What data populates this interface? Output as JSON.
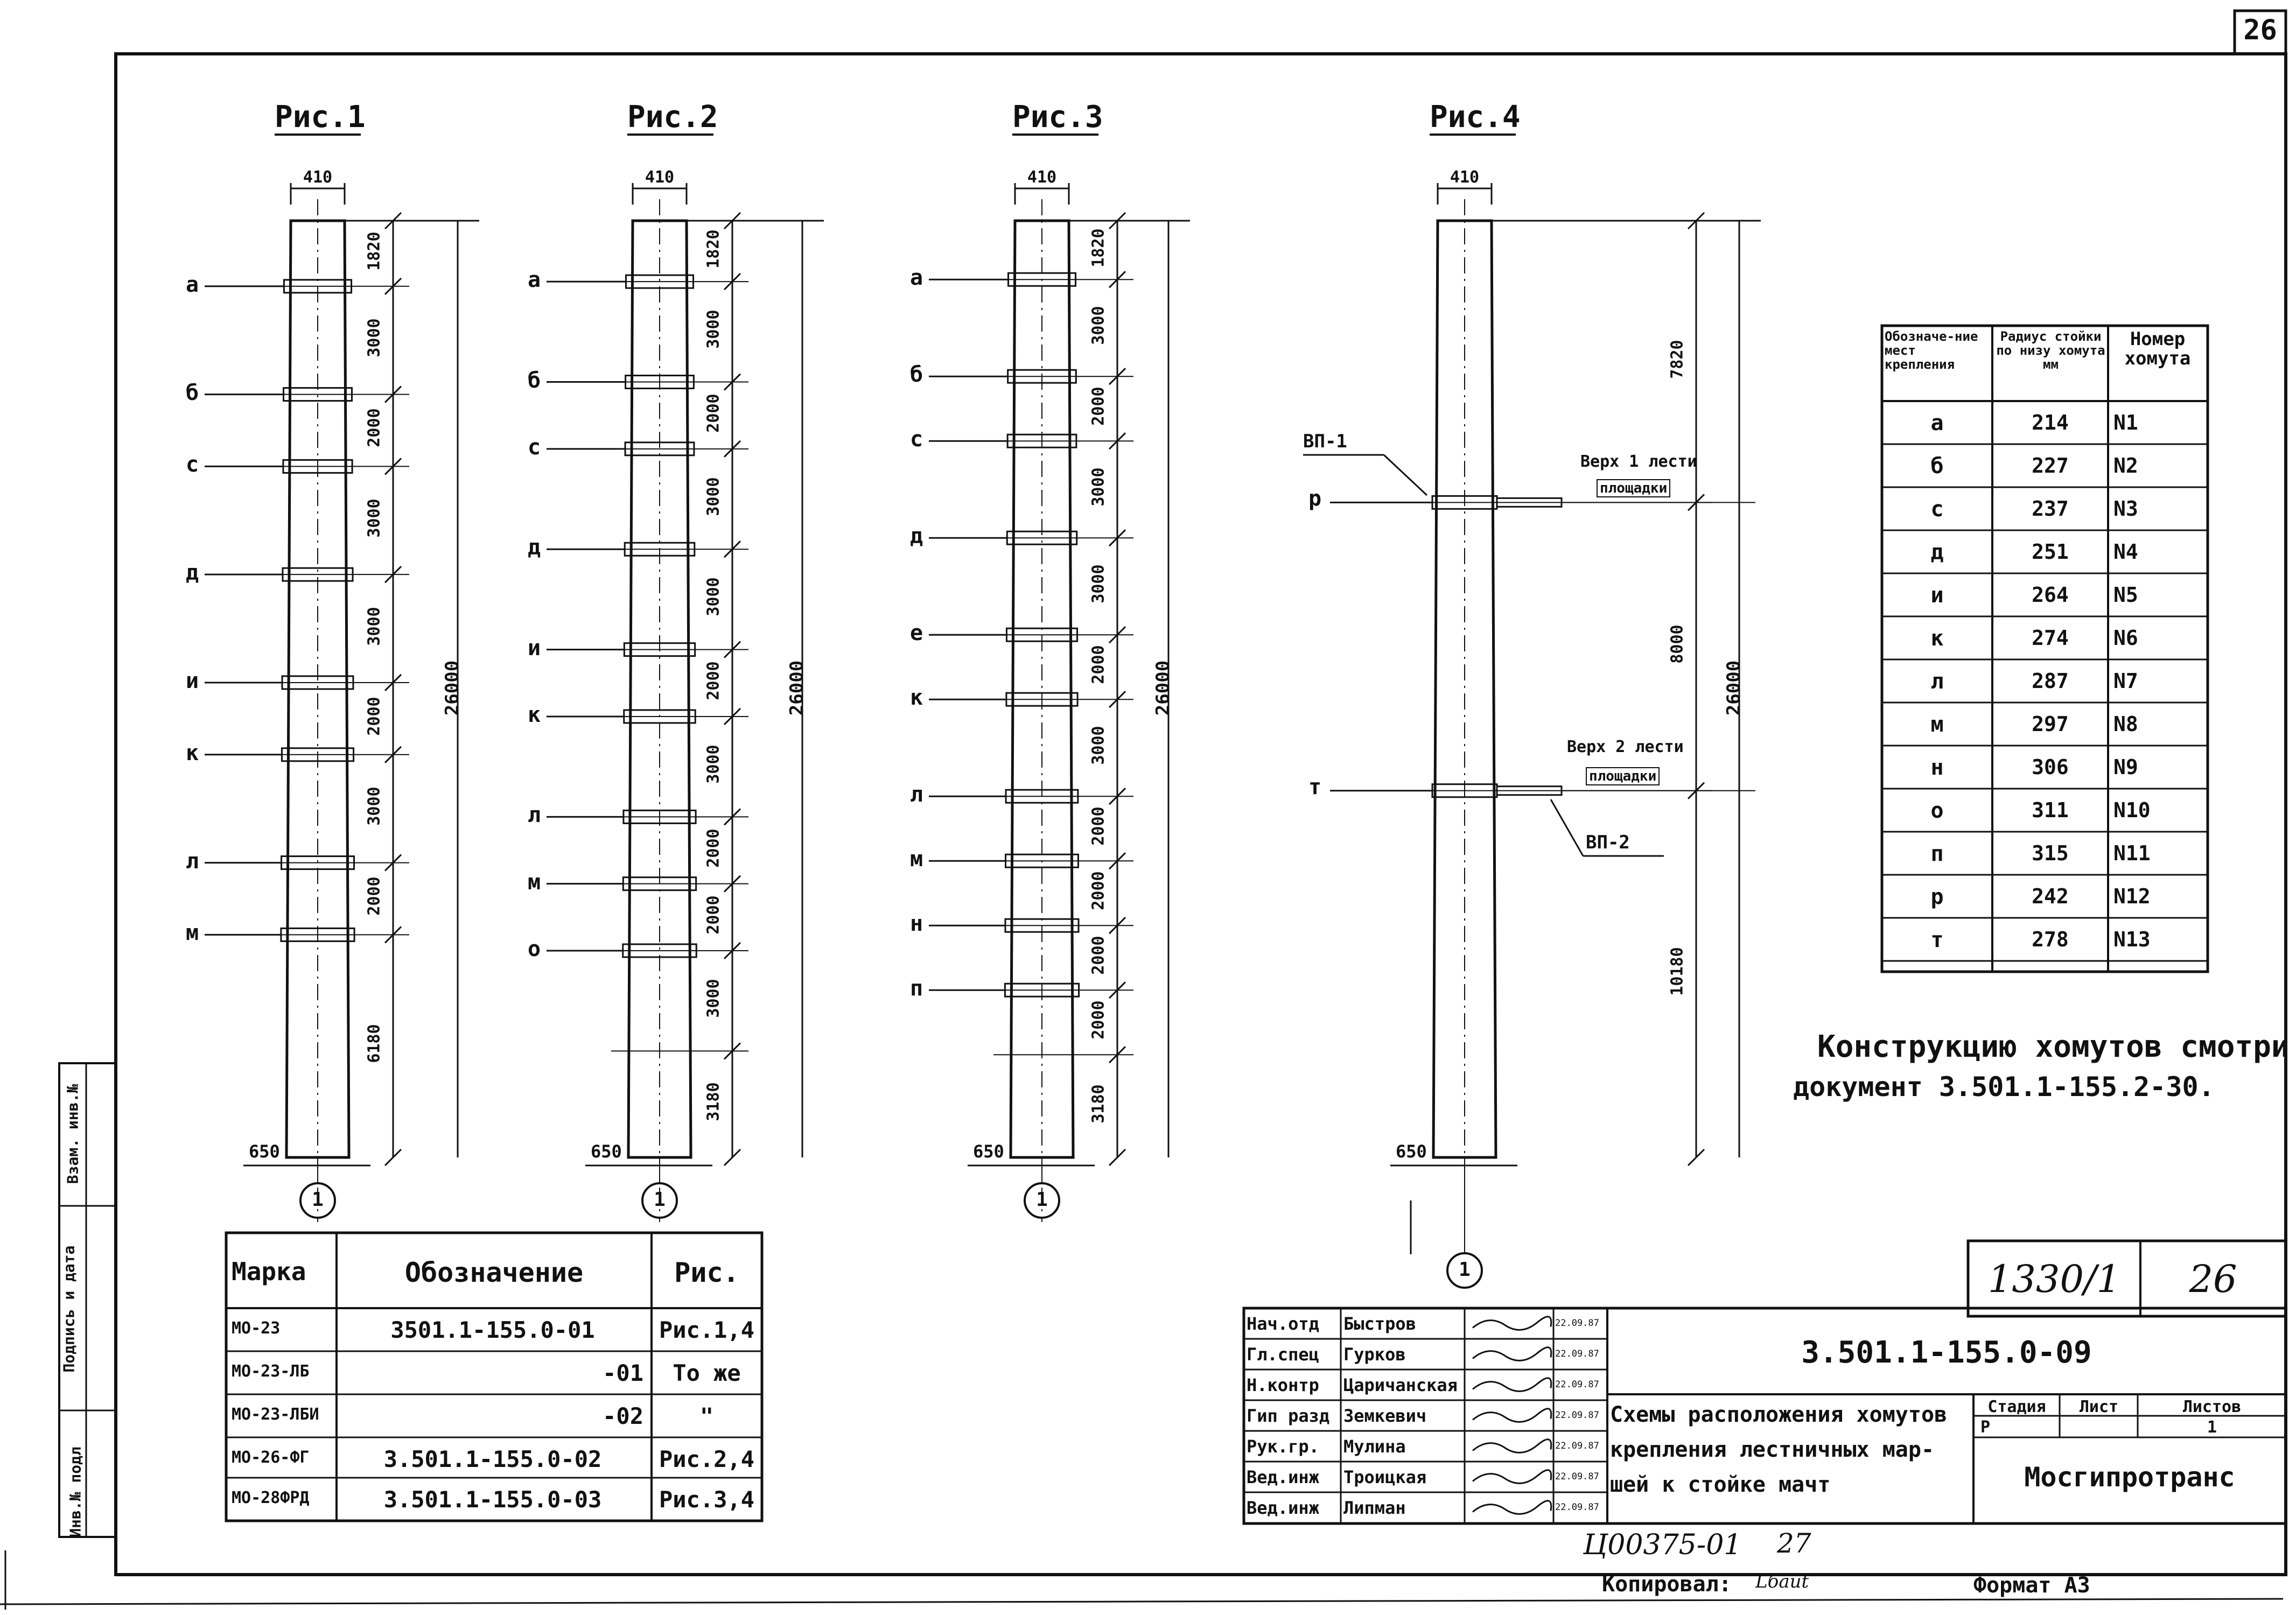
{
  "sheet": {
    "corner_number": "26",
    "format": "Формат А3",
    "copied_label": "Копировал:",
    "copied_sig": "Lбaut",
    "stamp_code": "Ц00375-01",
    "stamp_num": "27"
  },
  "side_stamp": [
    "Инв.№ подл",
    "Подпись и дата",
    "Взам. инв.№"
  ],
  "figures": [
    {
      "title": "Рис.1",
      "top_width": "410",
      "bottom_width": "650",
      "marker": "1",
      "total": "26000",
      "labels": [
        "а",
        "б",
        "с",
        "д",
        "и",
        "к",
        "л",
        "м"
      ],
      "dims": [
        "1820",
        "3000",
        "2000",
        "3000",
        "3000",
        "2000",
        "3000",
        "2000",
        "6180"
      ]
    },
    {
      "title": "Рис.2",
      "top_width": "410",
      "bottom_width": "650",
      "marker": "1",
      "total": "26000",
      "labels": [
        "а",
        "б",
        "с",
        "д",
        "и",
        "к",
        "л",
        "м",
        "о"
      ],
      "dims": [
        "1820",
        "3000",
        "2000",
        "3000",
        "3000",
        "2000",
        "3000",
        "2000",
        "2000",
        "3000",
        "3180"
      ]
    },
    {
      "title": "Рис.3",
      "top_width": "410",
      "bottom_width": "650",
      "marker": "1",
      "total": "26000",
      "labels": [
        "а",
        "б",
        "с",
        "д",
        "е",
        "к",
        "л",
        "м",
        "н",
        "п"
      ],
      "dims": [
        "1820",
        "3000",
        "2000",
        "3000",
        "3000",
        "2000",
        "3000",
        "2000",
        "2000",
        "2000",
        "2000",
        "3180"
      ]
    },
    {
      "title": "Рис.4",
      "top_width": "410",
      "bottom_width": "650",
      "marker": "1",
      "total": "26000",
      "labels": [
        "р",
        "т"
      ],
      "dims": [
        "7820",
        "8000",
        "10180"
      ],
      "callouts": [
        "ВП-1",
        "ВП-2",
        "Верх 1 лести",
        "площадки",
        "Верх 2 лести",
        "площадки"
      ]
    }
  ],
  "clamp_table": {
    "headers": [
      "Обозначе-ние мест крепления",
      "Радиус стойки по низу хомута мм",
      "Номер хомута"
    ],
    "rows": [
      [
        "а",
        "214",
        "N1"
      ],
      [
        "б",
        "227",
        "N2"
      ],
      [
        "с",
        "237",
        "N3"
      ],
      [
        "д",
        "251",
        "N4"
      ],
      [
        "и",
        "264",
        "N5"
      ],
      [
        "к",
        "274",
        "N6"
      ],
      [
        "л",
        "287",
        "N7"
      ],
      [
        "м",
        "297",
        "N8"
      ],
      [
        "н",
        "306",
        "N9"
      ],
      [
        "о",
        "311",
        "N10"
      ],
      [
        "п",
        "315",
        "N11"
      ],
      [
        "р",
        "242",
        "N12"
      ],
      [
        "т",
        "278",
        "N13"
      ]
    ]
  },
  "note": [
    "Конструкцию хомутов смотри",
    "документ 3.501.1-155.2-30."
  ],
  "mark_table": {
    "headers": [
      "Марка",
      "Обозначение",
      "Рис."
    ],
    "rows": [
      [
        "МО-23",
        "3501.1-155.0-01",
        "Рис.1,4"
      ],
      [
        "МО-23-ЛБ",
        "-01",
        "То же"
      ],
      [
        "МО-23-ЛБИ",
        "-02",
        "\""
      ],
      [
        "МО-26-ФГ",
        "3.501.1-155.0-02",
        "Рис.2,4"
      ],
      [
        "МО-28ФРД",
        "3.501.1-155.0-03",
        "Рис.3,4"
      ]
    ]
  },
  "title_block": {
    "sheet_code": "1330/1",
    "sheet_no": "26",
    "doc_code": "3.501.1-155.0-09",
    "title": [
      "Схемы расположения хомутов",
      "крепления лестничных мар-",
      "шей к стойке мачт"
    ],
    "stage_label": "Стадия",
    "sheet_label": "Лист",
    "sheets_label": "Листов",
    "stage": "Р",
    "sheet": "",
    "sheets": "1",
    "org": "Мосгипротранс",
    "people": [
      [
        "Нач.отд",
        "Быстров",
        "22.09.87"
      ],
      [
        "Гл.спец",
        "Гурков",
        "22.09.87"
      ],
      [
        "Н.контр",
        "Царичанская",
        "22.09.87"
      ],
      [
        "Гип разд",
        "Земкевич",
        "22.09.87"
      ],
      [
        "Рук.гр.",
        "Мулина",
        "22.09.87"
      ],
      [
        "Вед.инж",
        "Троицкая",
        "22.09.87"
      ],
      [
        "Вед.инж",
        "Липман",
        "22.09.87"
      ]
    ]
  }
}
